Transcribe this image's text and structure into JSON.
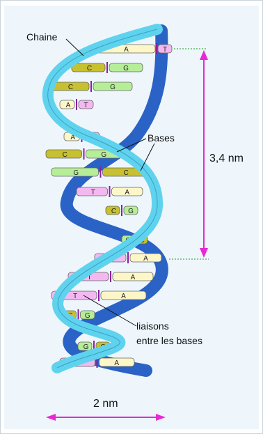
{
  "labels": {
    "chain": "Chaine",
    "bases": "Bases",
    "pitch": "3,4 nm",
    "bonds_line1": "liaisons",
    "bonds_line2": "entre les bases",
    "width": "2 nm"
  },
  "base_pairs": [
    {
      "left": "",
      "right": "A",
      "extra": "T"
    },
    {
      "left": "C",
      "right": "G"
    },
    {
      "left": "C",
      "right": "G"
    },
    {
      "left": "A",
      "right": "T"
    },
    {
      "left": "A",
      "right": "T"
    },
    {
      "left": "C",
      "right": "G"
    },
    {
      "left": "G",
      "right": "C"
    },
    {
      "left": "T",
      "right": "A"
    },
    {
      "left": "C",
      "right": "G"
    },
    {
      "left": "G",
      "right": "C"
    },
    {
      "left": "T",
      "right": "A"
    },
    {
      "left": "T",
      "right": "A"
    },
    {
      "left": "T",
      "right": "A"
    },
    {
      "left": "C",
      "right": "G"
    },
    {
      "left": "G",
      "right": "C"
    },
    {
      "left": "T",
      "right": "A"
    }
  ],
  "colors": {
    "backbone_front": "#5fd3ee",
    "backbone_back": "#2a63c5",
    "A": "#fdf7c8",
    "T": "#f4b8f0",
    "C": "#c7c030",
    "G": "#b6ee98",
    "arrow": "#e827d5",
    "guide": "#1a9a1a"
  }
}
